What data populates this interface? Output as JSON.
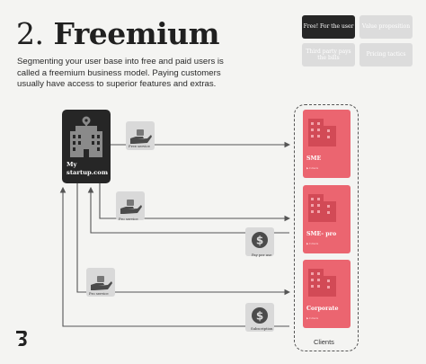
{
  "header": {
    "number": "2.",
    "title": "Freemium",
    "subtitle": "Segmenting your user base into free and paid users is called a freemium business model. Paying customers usually have access to superior features and extras."
  },
  "tags": [
    {
      "label": "Free! For the user",
      "active": true
    },
    {
      "label": "Value proposition",
      "active": false
    },
    {
      "label": "Third party pays the bills",
      "active": false
    },
    {
      "label": "Pricing tactics",
      "active": false
    }
  ],
  "startup": {
    "label": "My startup.com",
    "icon": "office-building-icon"
  },
  "clients": {
    "label": "Clients",
    "items": [
      {
        "name": "SME",
        "sub": "▶ 0 clients"
      },
      {
        "name": "SME- pro",
        "sub": "▶ 0 clients"
      },
      {
        "name": "Corporate",
        "sub": "▶ 0 clients"
      }
    ]
  },
  "flows": [
    {
      "label": "Free service",
      "icon": "hand-giving-icon"
    },
    {
      "label": "Pro service",
      "icon": "hand-giving-icon"
    },
    {
      "label": "Pay per use",
      "icon": "dollar-icon"
    },
    {
      "label": "Pro service",
      "icon": "hand-giving-icon"
    },
    {
      "label": "Subscription",
      "icon": "dollar-icon"
    }
  ],
  "colors": {
    "accent": "#eb6570",
    "dark": "#262626",
    "muted": "#d9d9d9"
  }
}
